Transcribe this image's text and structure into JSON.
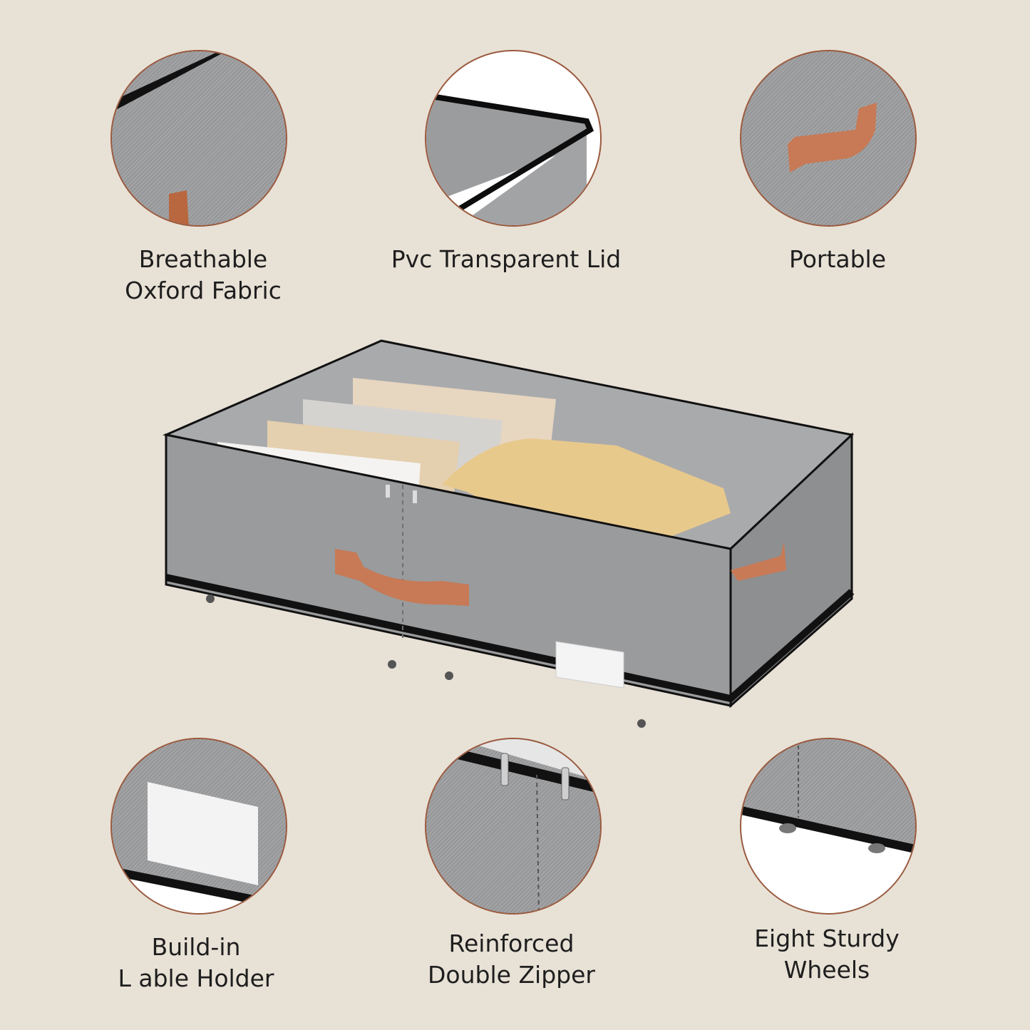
{
  "features": [
    {
      "id": "breathable",
      "caption_lines": [
        "Breathable",
        "Oxford Fabric"
      ]
    },
    {
      "id": "lid",
      "caption_lines": [
        "Pvc Transparent Lid"
      ]
    },
    {
      "id": "portable",
      "caption_lines": [
        "Portable"
      ]
    },
    {
      "id": "label-holder",
      "caption_lines": [
        "Build-in",
        "L able Holder"
      ]
    },
    {
      "id": "zipper",
      "caption_lines": [
        "Reinforced",
        "Double Zipper"
      ]
    },
    {
      "id": "wheels",
      "caption_lines": [
        "Eight Sturdy",
        "Wheels"
      ]
    }
  ],
  "colors": {
    "background": "#e8e1d6",
    "circle_border": "#9b5a3e",
    "fabric_gray": "#9a9b9d",
    "handle_brown": "#c77a55",
    "trim_black": "#111111"
  }
}
